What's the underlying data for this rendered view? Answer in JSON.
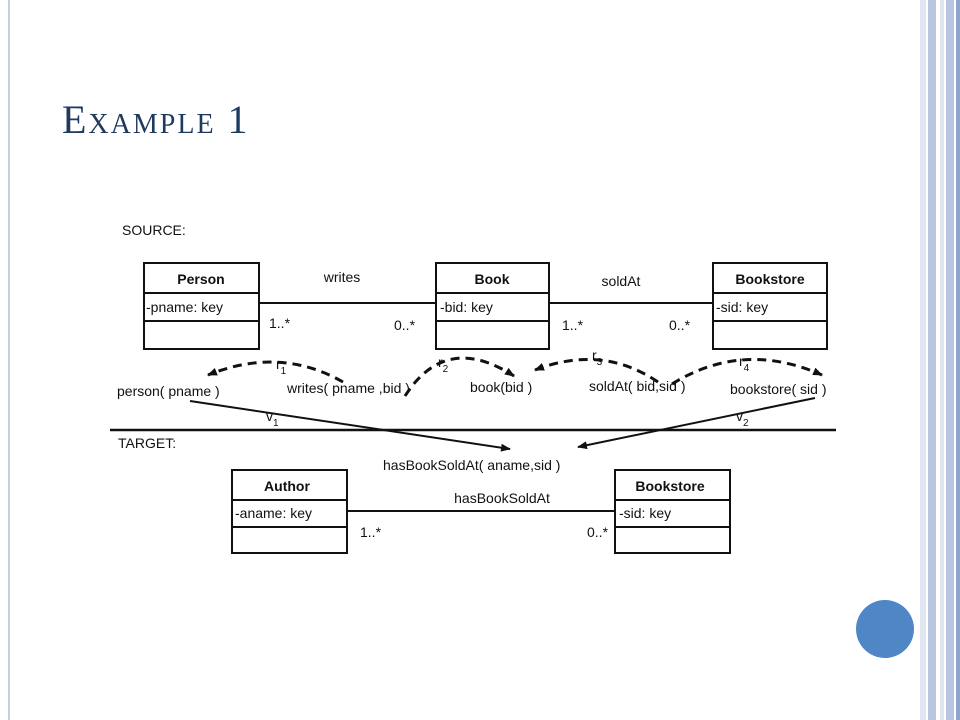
{
  "slide": {
    "title": "Example 1"
  },
  "diagram": {
    "source_label": "SOURCE:",
    "target_label": "TARGET:",
    "classes": {
      "person": {
        "name": "Person",
        "attr": "-pname: key"
      },
      "book": {
        "name": "Book",
        "attr": "-bid: key"
      },
      "bookstore_src": {
        "name": "Bookstore",
        "attr": "-sid: key"
      },
      "author": {
        "name": "Author",
        "attr": "-aname: key"
      },
      "bookstore_tgt": {
        "name": "Bookstore",
        "attr": "-sid: key"
      }
    },
    "associations": {
      "writes": {
        "label": "writes",
        "left_mult": "1..*",
        "right_mult": "0..*"
      },
      "soldAt": {
        "label": "soldAt",
        "left_mult": "1..*",
        "right_mult": "0..*"
      },
      "hasBookSoldAt": {
        "label": "hasBookSoldAt",
        "left_mult": "1..*",
        "right_mult": "0..*"
      }
    },
    "relations": {
      "person": "person( pname )",
      "writes": "writes( pname ,bid )",
      "book": "book(bid )",
      "soldAt": "soldAt( bid,sid )",
      "bookstore": "bookstore( sid )",
      "target": "hasBookSoldAt( aname,sid )"
    },
    "rules": {
      "r1": {
        "base": "r",
        "sub": "1"
      },
      "r2": {
        "base": "r",
        "sub": "2"
      },
      "r3": {
        "base": "r",
        "sub": "3"
      },
      "r4": {
        "base": "r",
        "sub": "4"
      }
    },
    "views": {
      "v1": {
        "base": "v",
        "sub": "1"
      },
      "v2": {
        "base": "v",
        "sub": "2"
      }
    }
  },
  "colors": {
    "title": "#1f3a5f",
    "accent_circle": "#4f86c6",
    "stripe_light": "#dfe5f1",
    "stripe_mid": "#b9c6e0",
    "stripe_dark": "#8fa3cc"
  }
}
